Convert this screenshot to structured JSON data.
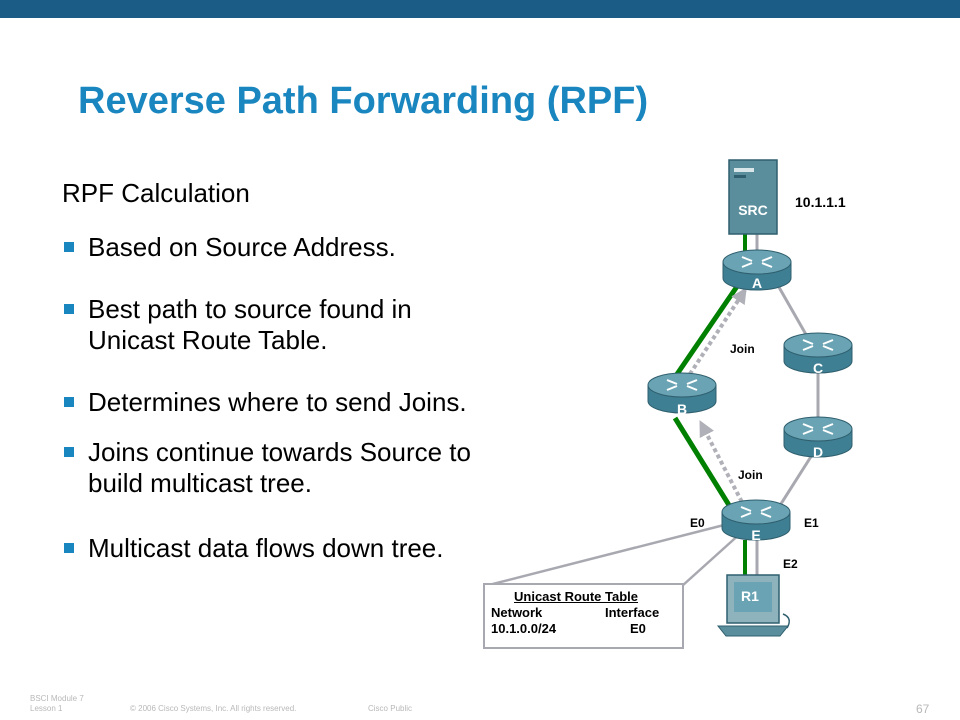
{
  "slide": {
    "title": "Reverse Path Forwarding (RPF)",
    "subtitle": "RPF Calculation",
    "bullets": [
      {
        "lines": [
          "Based on Source Address."
        ]
      },
      {
        "lines": [
          "Best path to source found in",
          "Unicast Route Table."
        ]
      },
      {
        "lines": [
          "Determines where to send Joins."
        ]
      },
      {
        "lines": [
          "Joins continue towards Source to",
          "build multicast tree."
        ]
      },
      {
        "lines": [
          "Multicast data flows down tree."
        ]
      }
    ]
  },
  "diagram": {
    "source": {
      "label": "SRC",
      "address": "10.1.1.1"
    },
    "routers": {
      "a": "A",
      "b": "B",
      "c": "C",
      "d": "D",
      "e": "E"
    },
    "receiver": "R1",
    "join_labels": [
      "Join",
      "Join"
    ],
    "interfaces": {
      "e0": "E0",
      "e1": "E1",
      "e2": "E2"
    },
    "route_table": {
      "title": "Unicast Route Table",
      "headers": [
        "Network",
        "Interface"
      ],
      "rows": [
        [
          "10.1.0.0/24",
          "E0"
        ]
      ]
    },
    "colors": {
      "tree": "#008000",
      "link": "#a8a8b0",
      "join": "#b0b0b8",
      "router": "#4d8da0",
      "accent": "#1a86bf"
    }
  },
  "footer": {
    "module": "BSCI Module 7",
    "lesson": "Lesson 1",
    "copyright": "© 2006 Cisco Systems, Inc. All rights reserved.",
    "classification": "Cisco Public",
    "page": "67"
  }
}
